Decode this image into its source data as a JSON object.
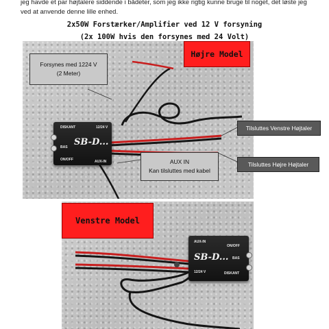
{
  "intro": {
    "line1": "jeg havde et par højtalere siddende i bådeter, som jeg ikke rigtig kunne bruge til noget, det løste jeg",
    "line2": "ved at anvende denne lille enhed."
  },
  "headings": {
    "line1": "2x50W Forstærker/Amplifier ved 12 V forsyning",
    "line2": "(2x 100W hvis den forsynes med 24 Volt)"
  },
  "top_photo": {
    "model_label": "Højre Model",
    "supply_line1": "Forsynes med 1224 V",
    "supply_line2": "(2 Meter)",
    "left_speaker": "Tilsluttes Venstre Højtaler",
    "right_speaker": "Tilsluttes Højre Højtaler",
    "aux_line1": "AUX IN",
    "aux_line2": "Kan tilsluttes med kabel",
    "device": {
      "brand": "SB-D...",
      "voltage": "12/24 V",
      "treble": "DISKANT",
      "bass": "BAS",
      "power": "ON/OFF",
      "aux": "AUX-IN"
    }
  },
  "bottom_photo": {
    "model_label": "Venstre Model",
    "device": {
      "brand": "SB-D...",
      "voltage": "12/24 V",
      "treble": "DISKANT",
      "bass": "BAS",
      "power": "ON/OFF",
      "aux": "AUX-IN"
    }
  },
  "colors": {
    "model_label_bg": "#ff1e1e",
    "wire_red": "#c81e1e",
    "wire_black": "#151515"
  }
}
